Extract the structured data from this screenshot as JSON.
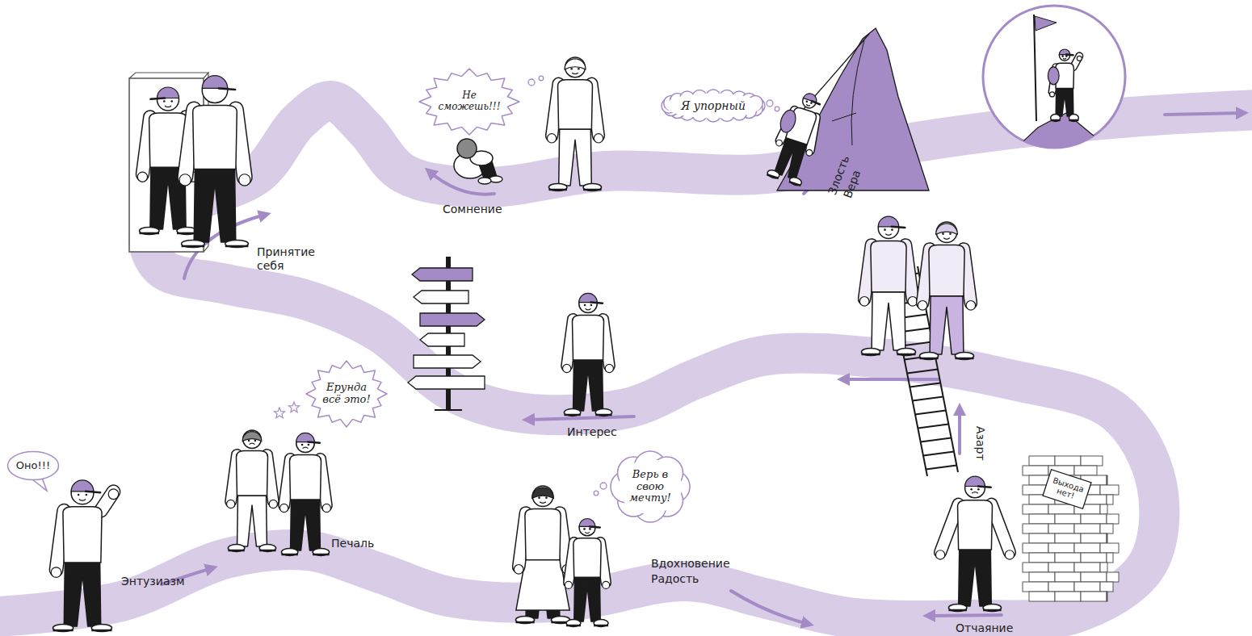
{
  "diagram": {
    "nodes": [
      {
        "text": [
          "Оно!!!"
        ]
      },
      {
        "text": [
          "Ерунда всё это!"
        ]
      },
      {
        "text": [
          "Верь в свою мечту!"
        ]
      },
      {
        "text": [
          "Выхода нет!"
        ]
      },
      {
        "text": [
          "Не сможешь!!!"
        ]
      },
      {
        "text": [
          "Я упорный"
        ]
      }
    ],
    "labels": [
      "Энтузиазм",
      "Печаль",
      "Вдохновение",
      "Радость",
      "Отчаяние",
      "Азарт",
      "Интерес",
      "Принятие себя",
      "Сомнение",
      "Злость",
      "Вера"
    ]
  }
}
